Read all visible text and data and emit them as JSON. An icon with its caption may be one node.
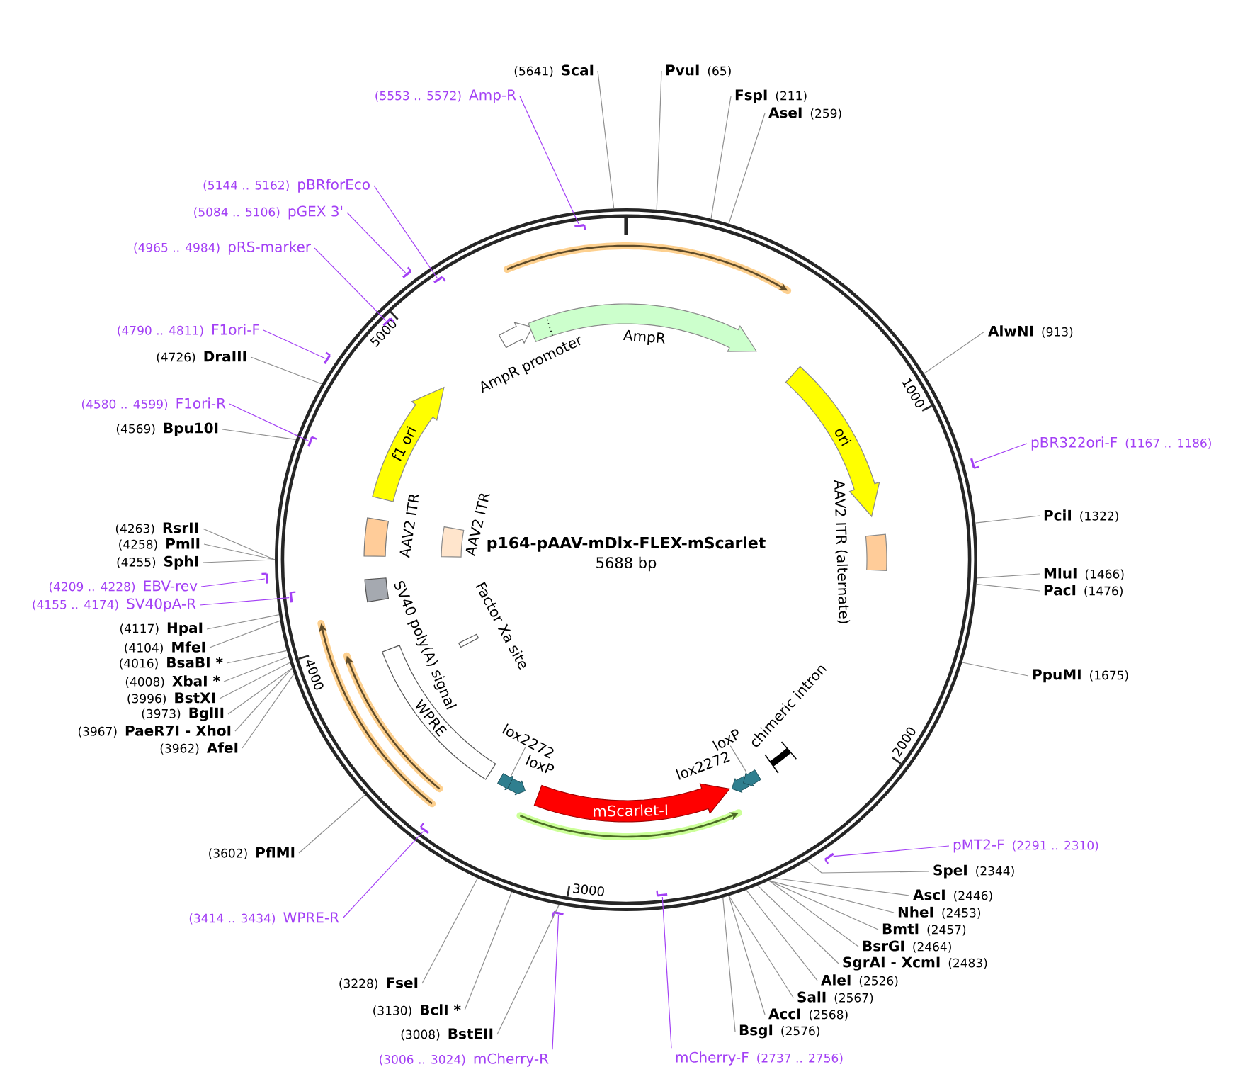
{
  "diagram": {
    "nodes": [
      {
        "text": [
          "p164-pAAV-mDlx-FLEX-mScarlet",
          "5688 bp"
        ]
      },
      {
        "text": [
          "AmpR promoter"
        ],
        "in": 0
      },
      {
        "text": [
          "AmpR"
        ],
        "in": 0
      },
      {
        "text": [
          "ori"
        ],
        "in": 0
      },
      {
        "text": [
          "AAV2 ITR (alternate)"
        ],
        "in": 0
      },
      {
        "text": [
          "chimeric intron"
        ],
        "in": 0
      },
      {
        "text": [],
        "shape": "arrow",
        "in": 0
      },
      {
        "text": [
          "lox2272"
        ],
        "in": 0
      },
      {
        "text": [
          "mScarlet-I"
        ],
        "in": 0
      },
      {
        "text": [
          "loxP"
        ],
        "in": 0
      },
      {
        "text": [],
        "shape": "arrow",
        "in": 0
      },
      {
        "text": [
          "WPRE"
        ],
        "in": 0
      },
      {
        "text": [
          "Factor Xa site"
        ],
        "in": 0
      },
      {
        "text": [
          "SV40 poly(A) signal"
        ],
        "in": 0
      },
      {
        "text": [
          "AAV2 ITR"
        ],
        "in": 0
      },
      {
        "text": [
          "AAV2 ITR"
        ],
        "in": 0
      },
      {
        "text": [
          "f1 ori"
        ],
        "in": 0
      },
      {
        "text": [
          "loxP"
        ],
        "in": 0
      },
      {
        "text": [
          "lox2272"
        ],
        "in": 0
      },
      {
        "text": [
          "PvuI",
          "(65)"
        ]
      },
      {
        "text": [
          "FspI",
          "(211)"
        ]
      },
      {
        "text": [
          "AseI",
          "(259)"
        ]
      },
      {
        "text": [
          "AlwNI",
          "(913)"
        ]
      },
      {
        "text": [
          "pBR322ori-F",
          "(1167 .. 1186)"
        ]
      },
      {
        "text": [],
        "shape": "bar"
      },
      {
        "text": [
          "PciI",
          "(1322)"
        ]
      },
      {
        "text": [
          "MluI",
          "(1466)"
        ]
      },
      {
        "text": [
          "PacI",
          "(1476)"
        ]
      },
      {
        "text": [
          "PpuMI",
          "(1675)"
        ]
      },
      {
        "text": [
          "pMT2-F",
          "(2291 .. 2310)"
        ]
      },
      {
        "text": [],
        "shape": "bar"
      },
      {
        "text": [
          "SpeI",
          "(2344)"
        ]
      },
      {
        "text": [
          "AscI",
          "(2446)"
        ]
      },
      {
        "text": [
          "NheI",
          "(2453)"
        ]
      },
      {
        "text": [
          "BmtI",
          "(2457)"
        ]
      },
      {
        "text": [
          "BsrGI",
          "(2464)"
        ]
      },
      {
        "text": [
          "SgrAI - XcmI",
          "(2483)"
        ]
      },
      {
        "text": [
          "AleI",
          "(2526)"
        ]
      },
      {
        "text": [
          "SalI",
          "(2567)"
        ]
      },
      {
        "text": [
          "AccI",
          "(2568)"
        ]
      },
      {
        "text": [
          "BsgI",
          "(2576)"
        ]
      },
      {
        "text": [
          "mCherry-F",
          "(2737 .. 2756)"
        ]
      },
      {
        "text": [],
        "shape": "bar",
        "in": 0
      },
      {
        "text": [
          "(3006 .. 3024)",
          "mCherry-R"
        ]
      },
      {
        "text": [],
        "shape": "bar"
      },
      {
        "text": [
          "(3008)",
          "BstEII"
        ]
      },
      {
        "text": [
          "(3130)",
          "BclI *"
        ]
      },
      {
        "text": [
          "(3228)",
          "FseI"
        ]
      },
      {
        "text": [
          "(3414 .. 3434)",
          "WPRE-R"
        ]
      },
      {
        "text": [],
        "shape": "bar",
        "in": 0
      },
      {
        "text": [
          "(3602)",
          "PflMI"
        ]
      },
      {
        "text": [
          "(3962)",
          "AfeI"
        ]
      },
      {
        "text": [
          "(3967)",
          "PaeR7I - XhoI"
        ]
      },
      {
        "text": [
          "(3973)",
          "BglII"
        ]
      },
      {
        "text": [
          "(3996)",
          "BstXI"
        ]
      },
      {
        "text": [
          "(4008)",
          "XbaI *"
        ]
      },
      {
        "text": [
          "(4016)",
          "BsaBI *"
        ]
      },
      {
        "text": [
          "(4104)",
          "MfeI"
        ]
      },
      {
        "text": [
          "(4117)",
          "HpaI"
        ]
      },
      {
        "text": [
          "(4155 .. 4174)",
          "SV40pA-R"
        ]
      },
      {
        "text": [],
        "shape": "bar",
        "in": 0
      },
      {
        "text": [
          "(4209 .. 4228)",
          "EBV-rev"
        ]
      },
      {
        "text": [],
        "shape": "bar"
      },
      {
        "text": [
          "(4255)",
          "SphI"
        ]
      },
      {
        "text": [
          "(4258)",
          "PmlI"
        ]
      },
      {
        "text": [
          "(4263)",
          "RsrII"
        ]
      },
      {
        "text": [
          "(4569)",
          "Bpu10I"
        ]
      },
      {
        "text": [
          "(4580 .. 4599)",
          "F1ori-R"
        ]
      },
      {
        "text": [],
        "shape": "bar",
        "in": 0
      },
      {
        "text": [
          "(4726)",
          "DraIII"
        ]
      },
      {
        "text": [
          "(4790 .. 4811)",
          "F1ori-F"
        ]
      },
      {
        "text": [],
        "shape": "bar"
      },
      {
        "text": [
          "(4965 .. 4984)",
          "pRS-marker"
        ]
      },
      {
        "text": [],
        "shape": "bar",
        "in": 0
      },
      {
        "text": [
          "(5084 .. 5106)",
          "pGEX 3'"
        ]
      },
      {
        "text": [],
        "shape": "bar"
      },
      {
        "text": [
          "(5144 .. 5162)",
          "pBRforEco"
        ]
      },
      {
        "text": [],
        "shape": "bar",
        "in": 0
      },
      {
        "text": [
          "(5553 .. 5572)",
          "Amp-R"
        ]
      },
      {
        "text": [],
        "shape": "bar",
        "in": 0
      },
      {
        "text": [
          "(5641)",
          "ScaI"
        ]
      }
    ],
    "edges": [
      {
        "from": 17,
        "to": 10,
        "arrow": "none"
      },
      {
        "from": 18,
        "to": 6,
        "arrow": "none"
      },
      {
        "from": 19,
        "to": 0,
        "arrow": "none"
      },
      {
        "from": 20,
        "to": 0,
        "arrow": "none"
      },
      {
        "from": 21,
        "to": 0,
        "arrow": "none"
      },
      {
        "from": 22,
        "to": 0,
        "arrow": "none"
      },
      {
        "from": 23,
        "to": 24,
        "arrow": "none",
        "color": "#a340f5"
      },
      {
        "from": 25,
        "to": 0,
        "arrow": "none"
      },
      {
        "from": 26,
        "to": 0,
        "arrow": "none"
      },
      {
        "from": 27,
        "to": 0,
        "arrow": "none"
      },
      {
        "from": 28,
        "to": 0,
        "arrow": "none"
      },
      {
        "from": 29,
        "to": 30,
        "arrow": "none",
        "color": "#a340f5"
      },
      {
        "from": 31,
        "to": 0,
        "arrow": "none"
      },
      {
        "from": 32,
        "to": 0,
        "arrow": "none"
      },
      {
        "from": 33,
        "to": 0,
        "arrow": "none"
      },
      {
        "from": 34,
        "to": 0,
        "arrow": "none"
      },
      {
        "from": 35,
        "to": 0,
        "arrow": "none"
      },
      {
        "from": 36,
        "to": 0,
        "arrow": "none"
      },
      {
        "from": 37,
        "to": 0,
        "arrow": "none"
      },
      {
        "from": 38,
        "to": 0,
        "arrow": "none"
      },
      {
        "from": 39,
        "to": 0,
        "arrow": "none"
      },
      {
        "from": 40,
        "to": 0,
        "arrow": "none"
      },
      {
        "from": 41,
        "to": 42,
        "arrow": "none",
        "color": "#a340f5"
      },
      {
        "from": 43,
        "to": 44,
        "arrow": "none",
        "color": "#a340f5"
      },
      {
        "from": 45,
        "to": 0,
        "arrow": "none"
      },
      {
        "from": 46,
        "to": 0,
        "arrow": "none"
      },
      {
        "from": 47,
        "to": 0,
        "arrow": "none"
      },
      {
        "from": 48,
        "to": 49,
        "arrow": "none",
        "color": "#a340f5"
      },
      {
        "from": 50,
        "to": 0,
        "arrow": "none"
      },
      {
        "from": 51,
        "to": 0,
        "arrow": "none"
      },
      {
        "from": 52,
        "to": 0,
        "arrow": "none"
      },
      {
        "from": 53,
        "to": 0,
        "arrow": "none"
      },
      {
        "from": 54,
        "to": 0,
        "arrow": "none"
      },
      {
        "from": 55,
        "to": 0,
        "arrow": "none"
      },
      {
        "from": 56,
        "to": 0,
        "arrow": "none"
      },
      {
        "from": 57,
        "to": 0,
        "arrow": "none"
      },
      {
        "from": 58,
        "to": 0,
        "arrow": "none"
      },
      {
        "from": 59,
        "to": 60,
        "arrow": "none",
        "color": "#a340f5"
      },
      {
        "from": 61,
        "to": 62,
        "arrow": "none",
        "color": "#a340f5"
      },
      {
        "from": 63,
        "to": 0,
        "arrow": "none"
      },
      {
        "from": 64,
        "to": 0,
        "arrow": "none"
      },
      {
        "from": 65,
        "to": 0,
        "arrow": "none"
      },
      {
        "from": 66,
        "to": 0,
        "arrow": "none"
      },
      {
        "from": 67,
        "to": 68,
        "arrow": "none",
        "color": "#a340f5"
      },
      {
        "from": 69,
        "to": 0,
        "arrow": "none"
      },
      {
        "from": 70,
        "to": 71,
        "arrow": "none",
        "color": "#a340f5"
      },
      {
        "from": 72,
        "to": 73,
        "arrow": "none",
        "color": "#a340f5"
      },
      {
        "from": 74,
        "to": 75,
        "arrow": "none",
        "color": "#a340f5"
      },
      {
        "from": 76,
        "to": 77,
        "arrow": "none",
        "color": "#a340f5"
      },
      {
        "from": 78,
        "to": 79,
        "arrow": "none",
        "color": "#a340f5"
      },
      {
        "from": 80,
        "to": 0,
        "arrow": "none"
      }
    ],
    "labels": [
      "1000",
      "2000",
      "3000",
      "4000",
      "5000"
    ]
  }
}
